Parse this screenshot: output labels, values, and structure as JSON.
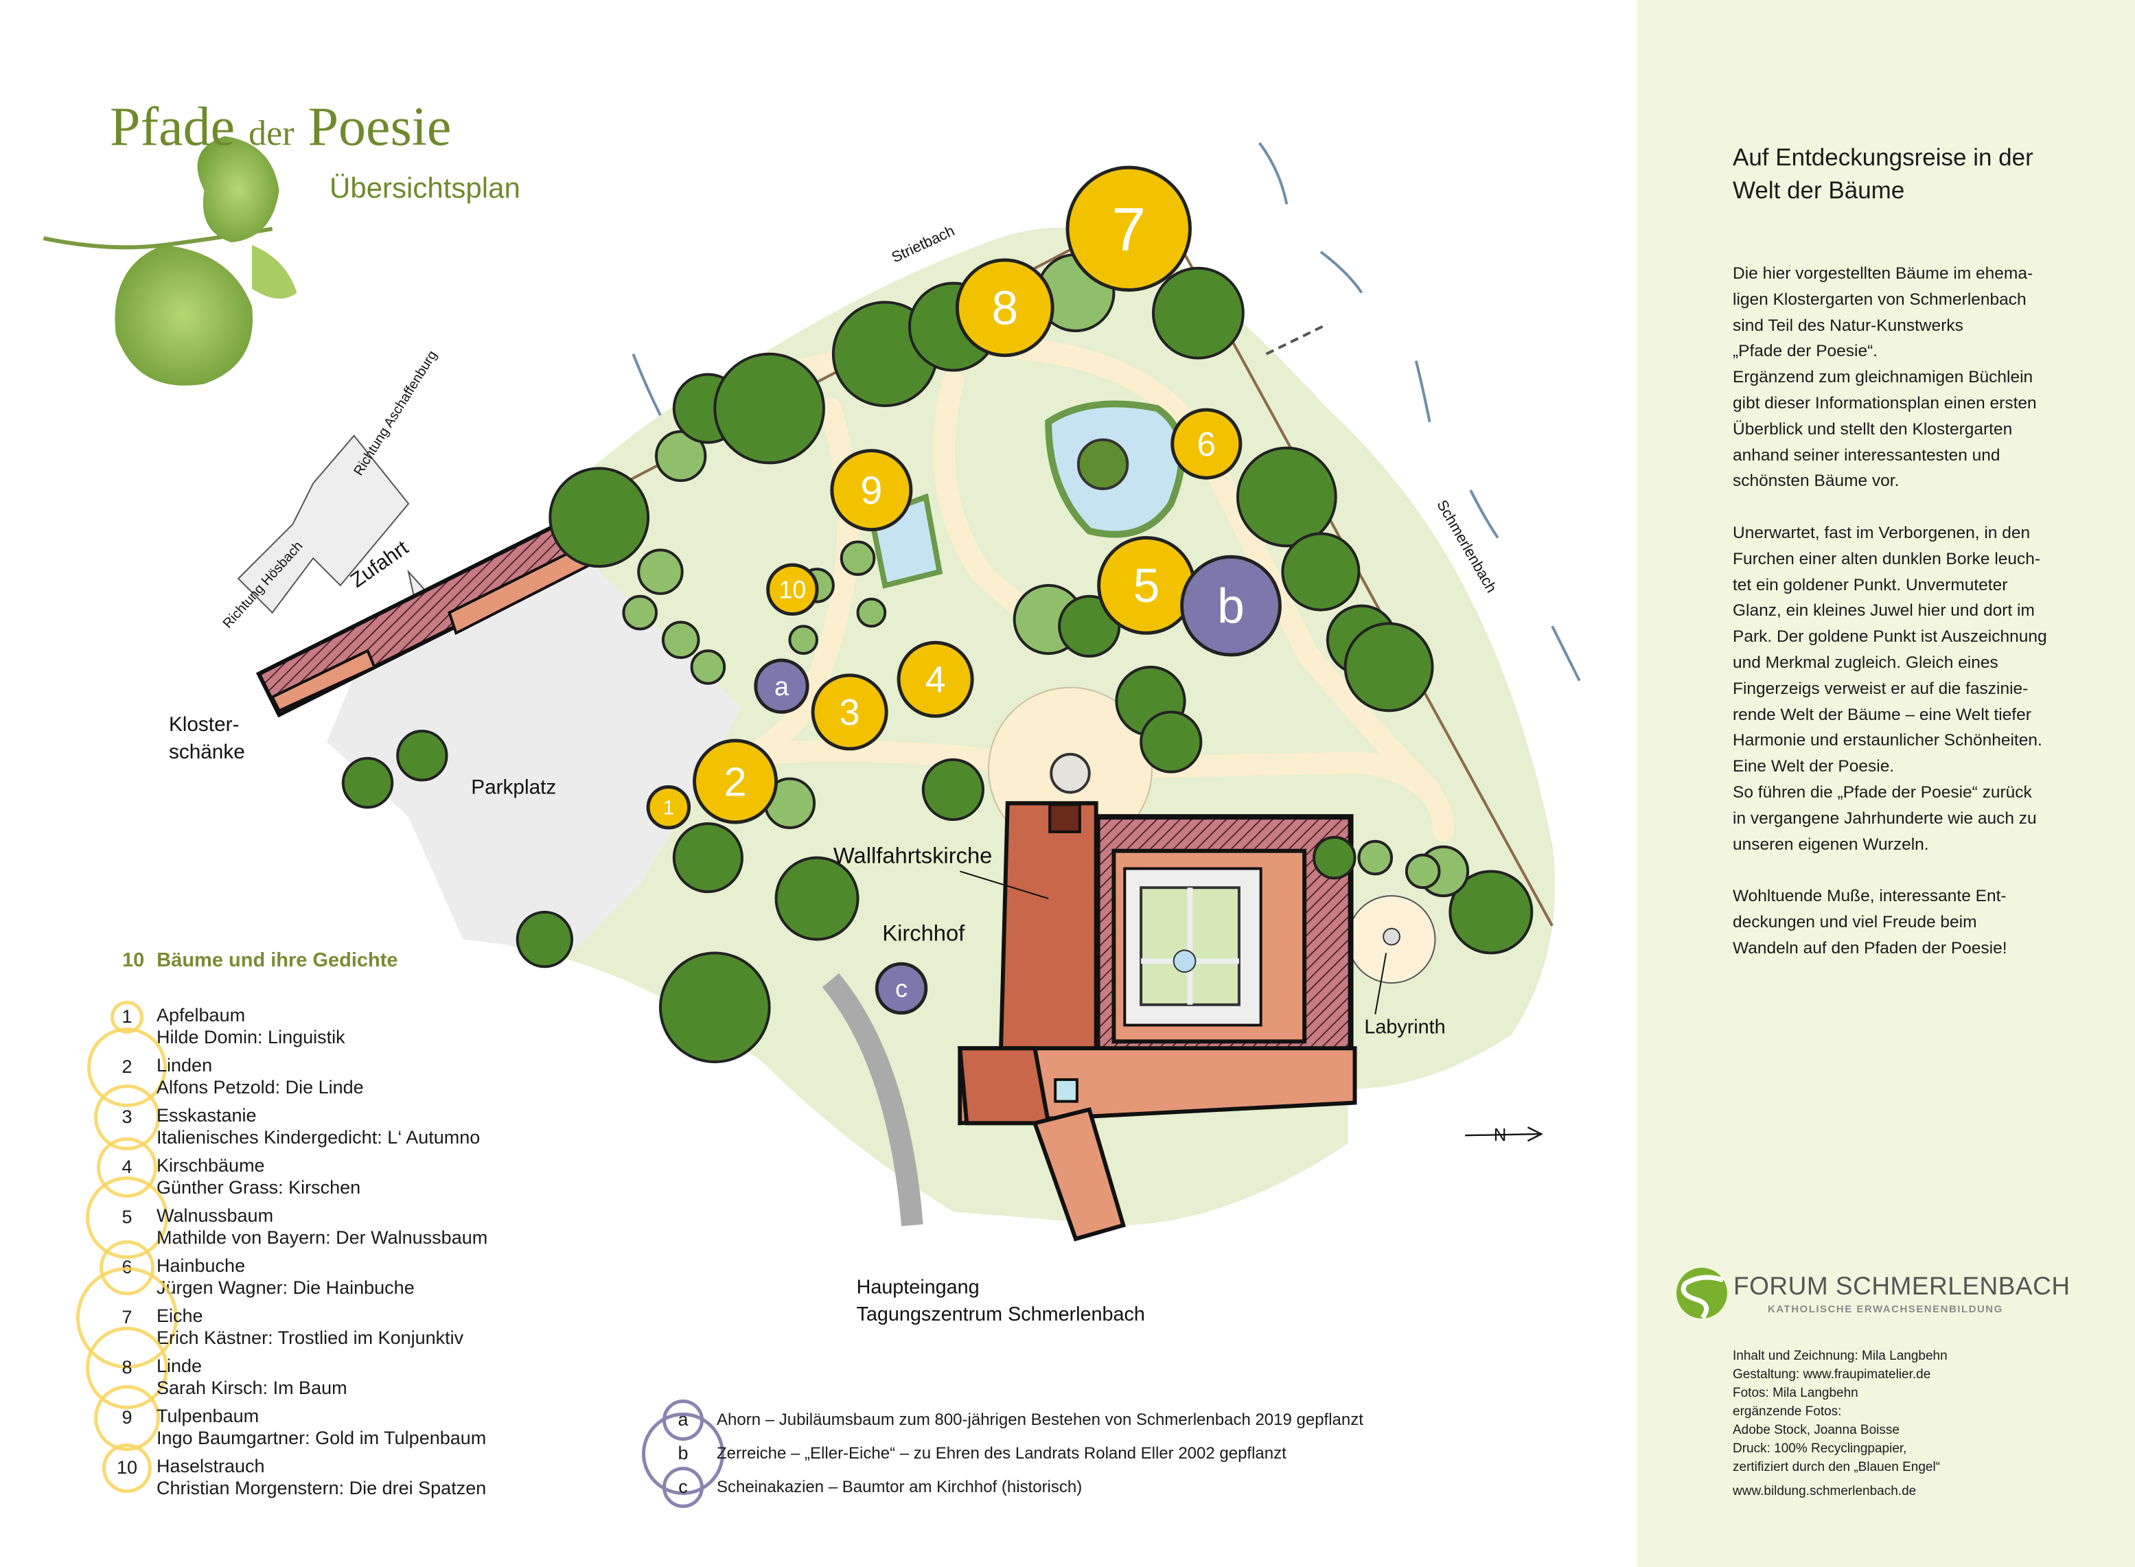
{
  "header": {
    "title_part1": "Pfade",
    "title_part2": "der",
    "title_part3": "Poesie",
    "subtitle": "Übersichtsplan"
  },
  "map_labels": {
    "kloster_1": "Kloster-",
    "kloster_2": "schänke",
    "parkplatz": "Parkplatz",
    "wallfahrtskirche": "Wallfahrtskirche",
    "kirchhof": "Kirchhof",
    "labyrinth": "Labyrinth",
    "haupteingang": "Haupteingang",
    "tagungszentrum": "Tagungszentrum Schmerlenbach",
    "strietbach": "Strietbach",
    "schmerlenbach": "Schmerlenbach",
    "zufahrt": "Zufahrt",
    "richtung_aschaffenburg": "Richtung Aschaffenburg",
    "richtung_hoesbach": "Richtung Hösbach",
    "north": "N"
  },
  "markers": {
    "1": "1",
    "2": "2",
    "3": "3",
    "4": "4",
    "5": "5",
    "6": "6",
    "7": "7",
    "8": "8",
    "9": "9",
    "10": "10",
    "a": "a",
    "b": "b",
    "c": "c"
  },
  "legend": {
    "count": "10",
    "title": "Bäume und ihre Gedichte",
    "items": [
      {
        "num": "1",
        "tree": "Apfelbaum",
        "poem": "Hilde Domin: Linguistik"
      },
      {
        "num": "2",
        "tree": "Linden",
        "poem": "Alfons Petzold: Die Linde"
      },
      {
        "num": "3",
        "tree": "Esskastanie",
        "poem": "Italienisches Kindergedicht: L‘ Autumno"
      },
      {
        "num": "4",
        "tree": "Kirschbäume",
        "poem": "Günther Grass: Kirschen"
      },
      {
        "num": "5",
        "tree": "Walnussbaum",
        "poem": "Mathilde von Bayern: Der Walnussbaum"
      },
      {
        "num": "6",
        "tree": "Hainbuche",
        "poem": "Jürgen Wagner: Die Hainbuche"
      },
      {
        "num": "7",
        "tree": "Eiche",
        "poem": "Erich Kästner: Trostlied im Konjunktiv"
      },
      {
        "num": "8",
        "tree": "Linde",
        "poem": "Sarah Kirsch: Im Baum"
      },
      {
        "num": "9",
        "tree": "Tulpenbaum",
        "poem": "Ingo Baumgartner: Gold im Tulpenbaum"
      },
      {
        "num": "10",
        "tree": "Haselstrauch",
        "poem": "Christian Morgenstern: Die drei Spatzen"
      }
    ]
  },
  "special_trees": [
    {
      "letter": "a",
      "text": "Ahorn – Jubiläumsbaum zum 800-jährigen Bestehen von Schmerlenbach 2019 gepflanzt"
    },
    {
      "letter": "b",
      "text": "Zerreiche – „Eller-Eiche“ – zu Ehren des Landrats Roland Eller 2002 gepflanzt"
    },
    {
      "letter": "c",
      "text": "Scheinakazien – Baumtor am Kirchhof (historisch)"
    }
  ],
  "panel": {
    "heading_1": "Auf Entdeckungsreise in der",
    "heading_2": "Welt der Bäume",
    "p1": [
      "Die hier vorgestellten Bäume im ehema-",
      "ligen Klostergarten von Schmerlenbach",
      "sind Teil des Natur-Kunstwerks",
      "„Pfade der Poesie“.",
      "Ergänzend zum gleichnamigen Büchlein",
      "gibt dieser Informationsplan einen ersten",
      "Überblick und stellt den Klostergarten",
      "anhand seiner interessantesten und",
      "schönsten Bäume vor."
    ],
    "p2": [
      "Unerwartet, fast im Verborgenen, in den",
      "Furchen einer alten dunklen Borke leuch-",
      "tet ein goldener Punkt. Unvermuteter",
      "Glanz, ein kleines Juwel hier und dort im",
      "Park. Der goldene Punkt ist Auszeichnung",
      "und Merkmal zugleich. Gleich eines",
      "Fingerzeigs verweist er auf die faszinie-",
      "rende Welt der Bäume – eine Welt tiefer",
      "Harmonie und erstaunlicher Schönheiten.",
      "Eine Welt der Poesie.",
      "So führen die „Pfade der Poesie“ zurück",
      "in vergangene Jahrhunderte wie auch zu",
      "unseren eigenen Wurzeln."
    ],
    "p3": [
      "Wohltuende Muße, interessante Ent-",
      "deckungen und viel Freude beim",
      "Wandeln auf den Pfaden der Poesie!"
    ]
  },
  "logo": {
    "name": "FORUM SCHMERLENBACH",
    "sub": "KATHOLISCHE ERWACHSENENBILDUNG"
  },
  "credits": [
    "Inhalt und Zeichnung: Mila Langbehn",
    "Gestaltung: www.fraupimatelier.de",
    "Fotos: Mila Langbehn",
    "ergänzende Fotos:",
    "Adobe Stock, Joanna Boisse",
    "Druck: 100% Recyclingpapier,",
    "zertifiziert durch den „Blauen Engel“",
    "www.bildung.schmerlenbach.de"
  ],
  "colors": {
    "gold": "#f2c200",
    "purple": "#7d77ac",
    "olive": "#6f8a2c",
    "panel": "#f3f6df",
    "roof": "#c9674a"
  }
}
